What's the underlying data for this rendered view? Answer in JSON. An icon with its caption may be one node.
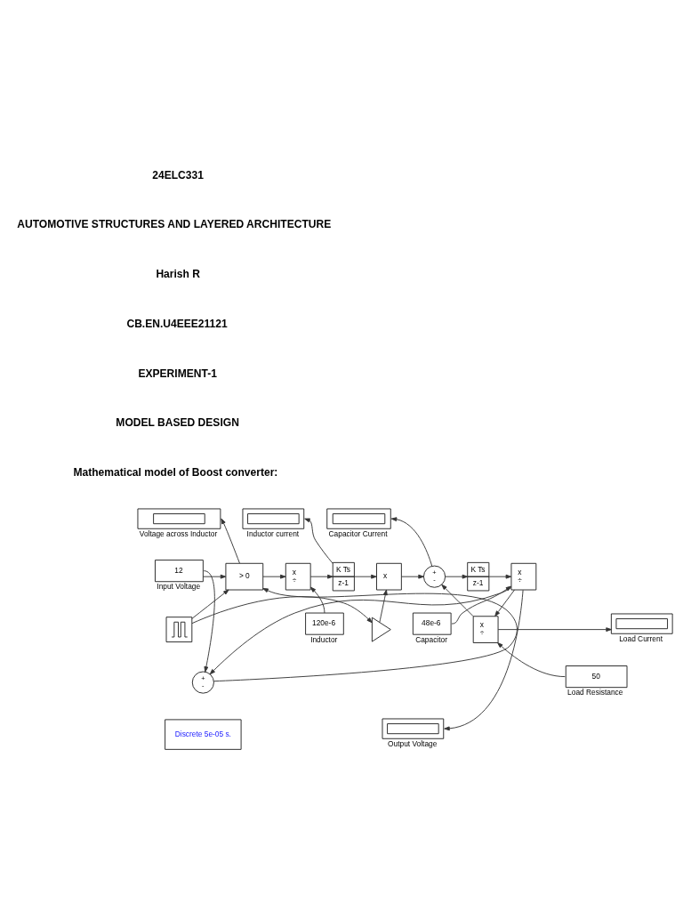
{
  "diagram": {
    "nodes": [
      {
        "text": [
          "12",
          "Input Voltage"
        ]
      },
      {
        "text": [],
        "shape": "picture"
      },
      {
        "text": [
          "> 0"
        ]
      },
      {
        "text": [
          "x",
          "÷"
        ]
      },
      {
        "text": [
          "120e-6",
          "Inductor"
        ]
      },
      {
        "text": [
          "Voltage across Inductor"
        ]
      },
      {
        "text": [
          "K Ts",
          "z-1"
        ]
      },
      {
        "text": [
          "Inductor current"
        ]
      },
      {
        "text": [
          "x"
        ]
      },
      {
        "text": [],
        "shape": "triangle"
      },
      {
        "text": [
          "+",
          "-"
        ]
      },
      {
        "text": [
          "Capacitor Current"
        ]
      },
      {
        "text": [
          "K Ts",
          "z-1"
        ]
      },
      {
        "text": [
          "x",
          "÷"
        ]
      },
      {
        "text": [
          "48e-6",
          "Capacitor"
        ]
      },
      {
        "text": [
          "x",
          "÷"
        ]
      },
      {
        "text": [
          "Load Current"
        ]
      },
      {
        "text": [
          "50",
          "Load Resistance"
        ]
      },
      {
        "text": [
          "Output Voltage"
        ]
      },
      {
        "text": [
          "+",
          "-"
        ]
      },
      {
        "text": [
          "Discrete 5e-05 s."
        ]
      }
    ],
    "edges": [
      {
        "from": 0,
        "to": 2,
        "arrow": "to"
      },
      {
        "from": 0,
        "to": 19,
        "arrow": "to"
      },
      {
        "from": 1,
        "to": 2,
        "arrow": "to"
      },
      {
        "from": 1,
        "to": 9,
        "arrow": "to"
      },
      {
        "from": 19,
        "to": 2,
        "arrow": "to"
      },
      {
        "from": 2,
        "to": 5,
        "arrow": "to"
      },
      {
        "from": 2,
        "to": 3,
        "arrow": "to"
      },
      {
        "from": 4,
        "to": 3,
        "arrow": "to"
      },
      {
        "from": 3,
        "to": 6,
        "arrow": "to"
      },
      {
        "from": 6,
        "to": 7,
        "arrow": "to"
      },
      {
        "from": 6,
        "to": 8,
        "arrow": "to"
      },
      {
        "from": 9,
        "to": 8,
        "arrow": "to"
      },
      {
        "from": 8,
        "to": 10,
        "arrow": "to"
      },
      {
        "from": 10,
        "to": 11,
        "arrow": "to"
      },
      {
        "from": 10,
        "to": 12,
        "arrow": "to"
      },
      {
        "from": 12,
        "to": 13,
        "arrow": "to"
      },
      {
        "from": 14,
        "to": 13,
        "arrow": "to"
      },
      {
        "from": 13,
        "to": 15,
        "arrow": "to"
      },
      {
        "from": 13,
        "to": 18,
        "arrow": "to"
      },
      {
        "from": 13,
        "to": 19,
        "arrow": "to"
      },
      {
        "from": 17,
        "to": 15,
        "arrow": "to"
      },
      {
        "from": 15,
        "to": 16,
        "arrow": "to"
      },
      {
        "from": 15,
        "to": 10,
        "arrow": "to"
      }
    ],
    "labels": [
      "24ELC331",
      "AUTOMOTIVE STRUCTURES AND LAYERED ARCHITECTURE",
      "Harish R",
      "CB.EN.U4EEE21121",
      "EXPERIMENT-1",
      "MODEL BASED DESIGN",
      "Mathematical model of Boost converter:"
    ]
  }
}
